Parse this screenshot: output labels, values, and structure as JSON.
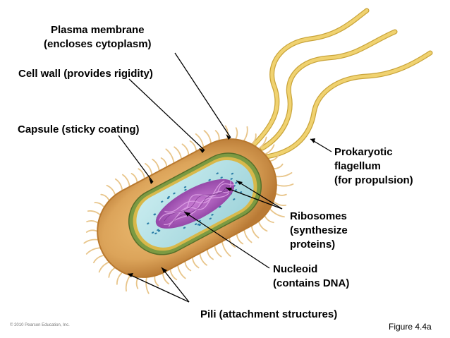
{
  "labels": {
    "plasma_membrane": [
      "Plasma membrane",
      "(encloses cytoplasm)"
    ],
    "cell_wall": "Cell wall (provides rigidity)",
    "capsule": "Capsule (sticky coating)",
    "flagellum": [
      "Prokaryotic",
      "flagellum",
      "(for propulsion)"
    ],
    "ribosomes": [
      "Ribosomes",
      "(synthesize",
      "proteins)"
    ],
    "nucleoid": [
      "Nucleoid",
      "(contains DNA)"
    ],
    "pili": "Pili (attachment structures)"
  },
  "footer": {
    "copyright": "© 2010 Pearson Education, Inc.",
    "figure": "Figure 4.4a"
  },
  "colors": {
    "capsule": "#d9a25a",
    "capsule_edge": "#b8782e",
    "pili": "#e8c58a",
    "cell_wall": "#6f8d3c",
    "plasma_membrane": "#d8b84a",
    "cytoplasm": "#b7e3e8",
    "nucleoid": "#a25ab3",
    "ribosome": "#2c7ea8",
    "flagellum": "#f0d270",
    "flagellum_edge": "#c9a43a",
    "pointer": "#000000"
  }
}
